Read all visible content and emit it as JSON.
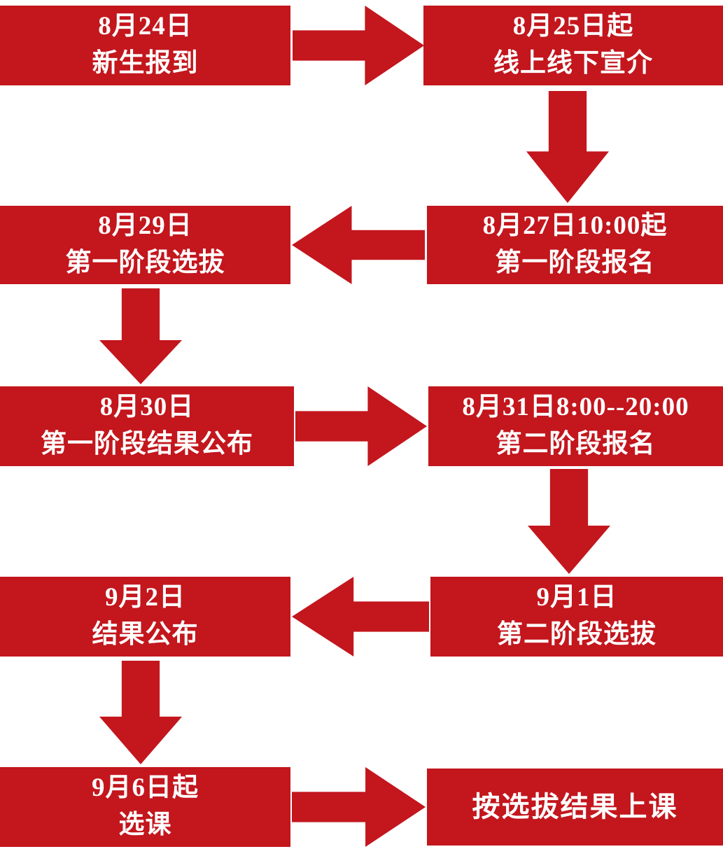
{
  "colors": {
    "accent": "#c3161d",
    "node_text": "#ffffff",
    "background": "#ffffff"
  },
  "diagram": {
    "type": "flowchart",
    "nodes": [
      {
        "id": "node-1",
        "line1": "8月24日",
        "line2": "新生报到"
      },
      {
        "id": "node-2",
        "line1": "8月25日起",
        "line2": "线上线下宣介"
      },
      {
        "id": "node-3",
        "line1": "8月27日10:00起",
        "line2": "第一阶段报名"
      },
      {
        "id": "node-4",
        "line1": "8月29日",
        "line2": "第一阶段选拔"
      },
      {
        "id": "node-5",
        "line1": "8月30日",
        "line2": "第一阶段结果公布"
      },
      {
        "id": "node-6",
        "line1": "8月31日8:00--20:00",
        "line2": "第二阶段报名"
      },
      {
        "id": "node-7",
        "line1": "9月1日",
        "line2": "第二阶段选拔"
      },
      {
        "id": "node-8",
        "line1": "9月2日",
        "line2": "结果公布"
      },
      {
        "id": "node-9",
        "line1": "9月6日起",
        "line2": "选课"
      },
      {
        "id": "node-10",
        "line1": "按选拔结果上课"
      }
    ],
    "arrows": [
      {
        "id": "arrow-1",
        "direction": "right",
        "from": "node-1",
        "to": "node-2"
      },
      {
        "id": "arrow-2",
        "direction": "down",
        "from": "node-2",
        "to": "node-3"
      },
      {
        "id": "arrow-3",
        "direction": "left",
        "from": "node-3",
        "to": "node-4"
      },
      {
        "id": "arrow-4",
        "direction": "down",
        "from": "node-4",
        "to": "node-5"
      },
      {
        "id": "arrow-5",
        "direction": "right",
        "from": "node-5",
        "to": "node-6"
      },
      {
        "id": "arrow-6",
        "direction": "down",
        "from": "node-6",
        "to": "node-7"
      },
      {
        "id": "arrow-7",
        "direction": "left",
        "from": "node-7",
        "to": "node-8"
      },
      {
        "id": "arrow-8",
        "direction": "down",
        "from": "node-8",
        "to": "node-9"
      },
      {
        "id": "arrow-9",
        "direction": "right",
        "from": "node-9",
        "to": "node-10"
      }
    ]
  }
}
